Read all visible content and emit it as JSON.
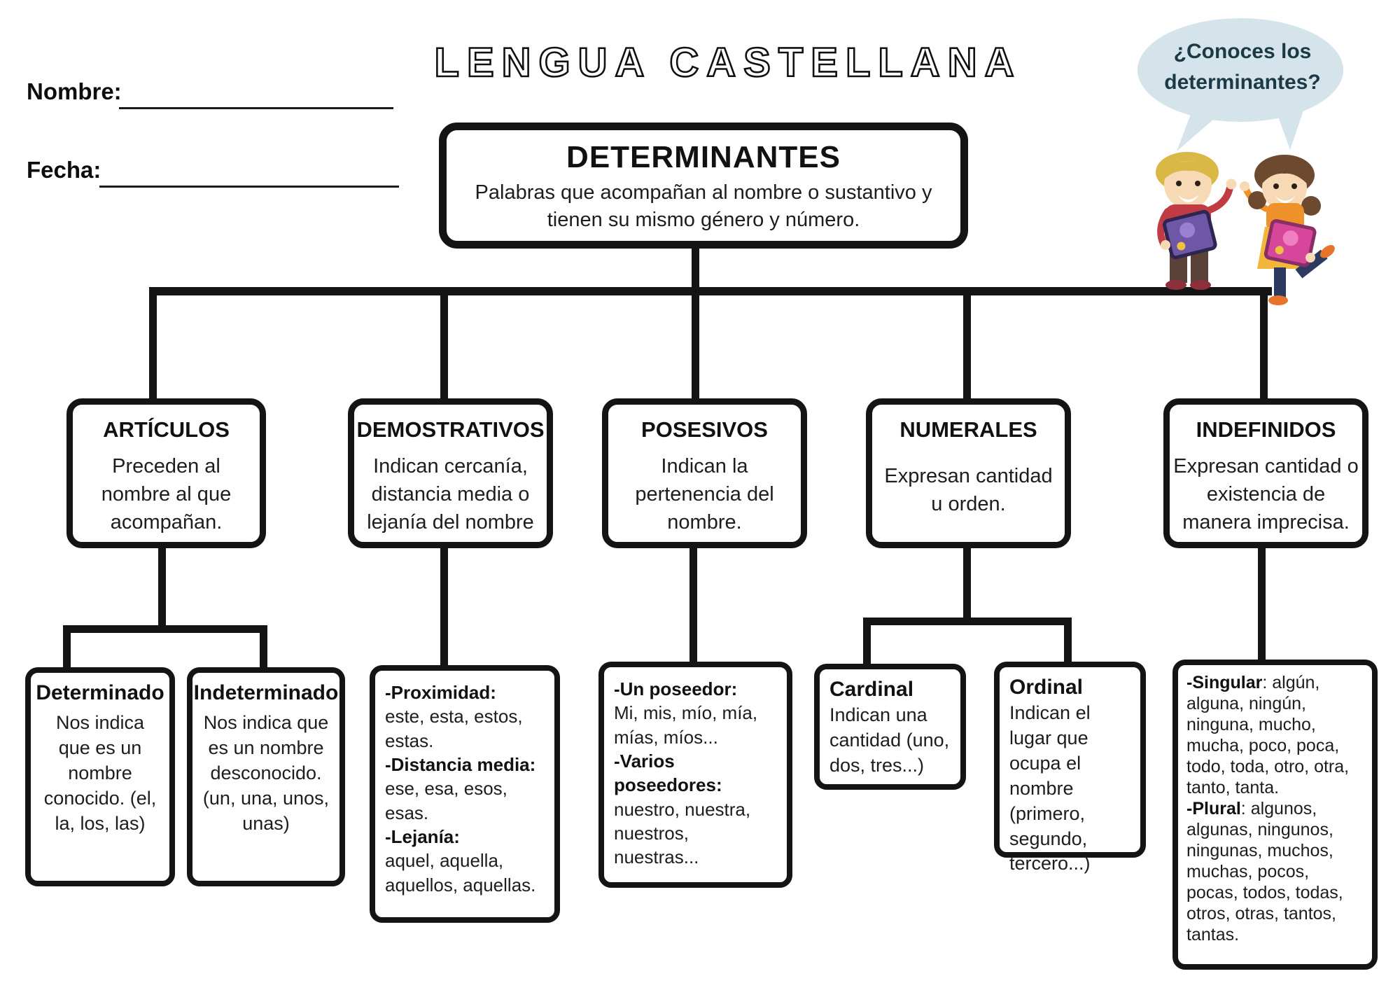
{
  "header": {
    "name_label": "Nombre:",
    "date_label": "Fecha:",
    "title": "LENGUA CASTELLANA"
  },
  "speech_bubble": {
    "text": "¿Conoces los determinantes?",
    "bubble_color": "#d5e4ea",
    "text_color": "#1b3a45"
  },
  "root_node": {
    "title": "DETERMINANTES",
    "description": "Palabras que acompañan al nombre o sustantivo y tienen su mismo género y número."
  },
  "branches": [
    {
      "title": "ARTÍCULOS",
      "description": "Preceden al nombre al que acompañan."
    },
    {
      "title": "DEMOSTRATIVOS",
      "description": "Indican cercanía, distancia media o lejanía del nombre"
    },
    {
      "title": "POSESIVOS",
      "description": "Indican la pertenencia del nombre."
    },
    {
      "title": "NUMERALES",
      "description": "Expresan cantidad u orden."
    },
    {
      "title": "INDEFINIDOS",
      "description": "Expresan cantidad o existencia de manera imprecisa."
    }
  ],
  "leaves": {
    "determinado": {
      "title": "Determinado",
      "body": "Nos indica que es un nombre conocido. (el, la, los, las)"
    },
    "indeterminado": {
      "title": "Indeterminado",
      "body": "Nos indica que es un nombre desconocido. (un, una, unos, unas)"
    },
    "demostrativos_detail": {
      "items": [
        {
          "label": "-Proximidad:",
          "text": "este, esta, estos, estas."
        },
        {
          "label": "-Distancia media:",
          "text": "ese, esa, esos, esas."
        },
        {
          "label": "-Lejanía:",
          "text": "aquel, aquella, aquellos, aquellas."
        }
      ]
    },
    "posesivos_detail": {
      "items": [
        {
          "label": "-Un poseedor:",
          "text": "Mi, mis, mío, mía, mías, míos..."
        },
        {
          "label": "-Varios poseedores:",
          "text": "nuestro, nuestra, nuestros, nuestras..."
        }
      ]
    },
    "cardinal": {
      "title": "Cardinal",
      "body": "Indican una cantidad (uno, dos, tres...)"
    },
    "ordinal": {
      "title": "Ordinal",
      "body": "Indican el lugar que ocupa el nombre (primero, segundo, tercero...)"
    },
    "indefinidos_detail": {
      "items": [
        {
          "label": "-Singular",
          "text": ": algún, alguna, ningún, ninguna, mucho, mucha, poco, poca, todo, toda, otro, otra, tanto, tanta."
        },
        {
          "label": "-Plural",
          "text": ": algunos, algunas, ningunos, ningunas, muchos, muchas, pocos, pocas, todos, todas, otros, otras, tantos, tantas."
        }
      ]
    }
  },
  "colors": {
    "background": "#ffffff",
    "line": "#141414",
    "box_border": "#141414"
  }
}
